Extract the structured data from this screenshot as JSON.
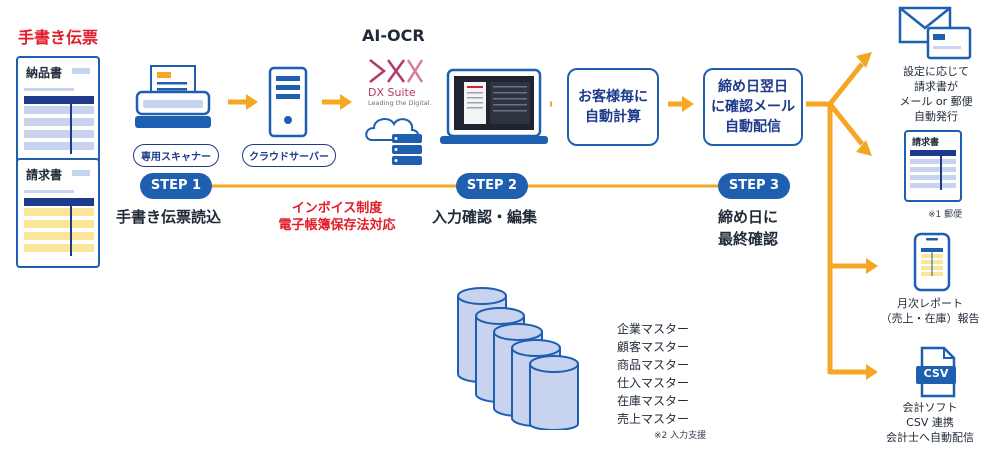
{
  "handwritten": {
    "title": "手書き伝票",
    "doc1_label": "納品書",
    "doc2_label": "請求書"
  },
  "devices": {
    "scanner_label": "専用スキャナー",
    "server_label": "クラウドサーバー"
  },
  "ocr": {
    "title": "AI-OCR",
    "brand_name": "DX Suite",
    "brand_tagline": "Leading the Digital."
  },
  "boxes": {
    "auto_calc": [
      "お客様毎に",
      "自動計算"
    ],
    "closing": [
      "締め日翌日",
      "に確認メール",
      "自動配信"
    ]
  },
  "steps": [
    {
      "pill": "STEP 1",
      "title": [
        "手書き伝票読込"
      ]
    },
    {
      "pill": "STEP 2",
      "title": [
        "入力確認・編集"
      ]
    },
    {
      "pill": "STEP 3",
      "title": [
        "締め日に",
        "最終確認"
      ]
    }
  ],
  "invoice_note": [
    "インボイス制度",
    "電子帳簿保存法対応"
  ],
  "outputs": {
    "mail": [
      "設定に応じて",
      "請求書が",
      "メール or 郵便",
      "自動発行"
    ],
    "invoice_doc_label": "請求書",
    "invoice_note": "※1 郵便",
    "report": [
      "月次レポート",
      "（売上・在庫）報告"
    ],
    "csv_badge": "CSV",
    "csv": [
      "会計ソフト",
      "CSV 連携",
      "会計士へ自動配信"
    ]
  },
  "masters": {
    "items": [
      "企業マスター",
      "顧客マスター",
      "商品マスター",
      "仕入マスター",
      "在庫マスター",
      "売上マスター"
    ],
    "note": "※2 入力支援"
  },
  "colors": {
    "accent_blue": "#1e5fb0",
    "arrow_orange": "#f5a623",
    "red": "#e11d2a",
    "light_blue": "#c8d3f0",
    "light_yellow": "#fbe79a"
  }
}
